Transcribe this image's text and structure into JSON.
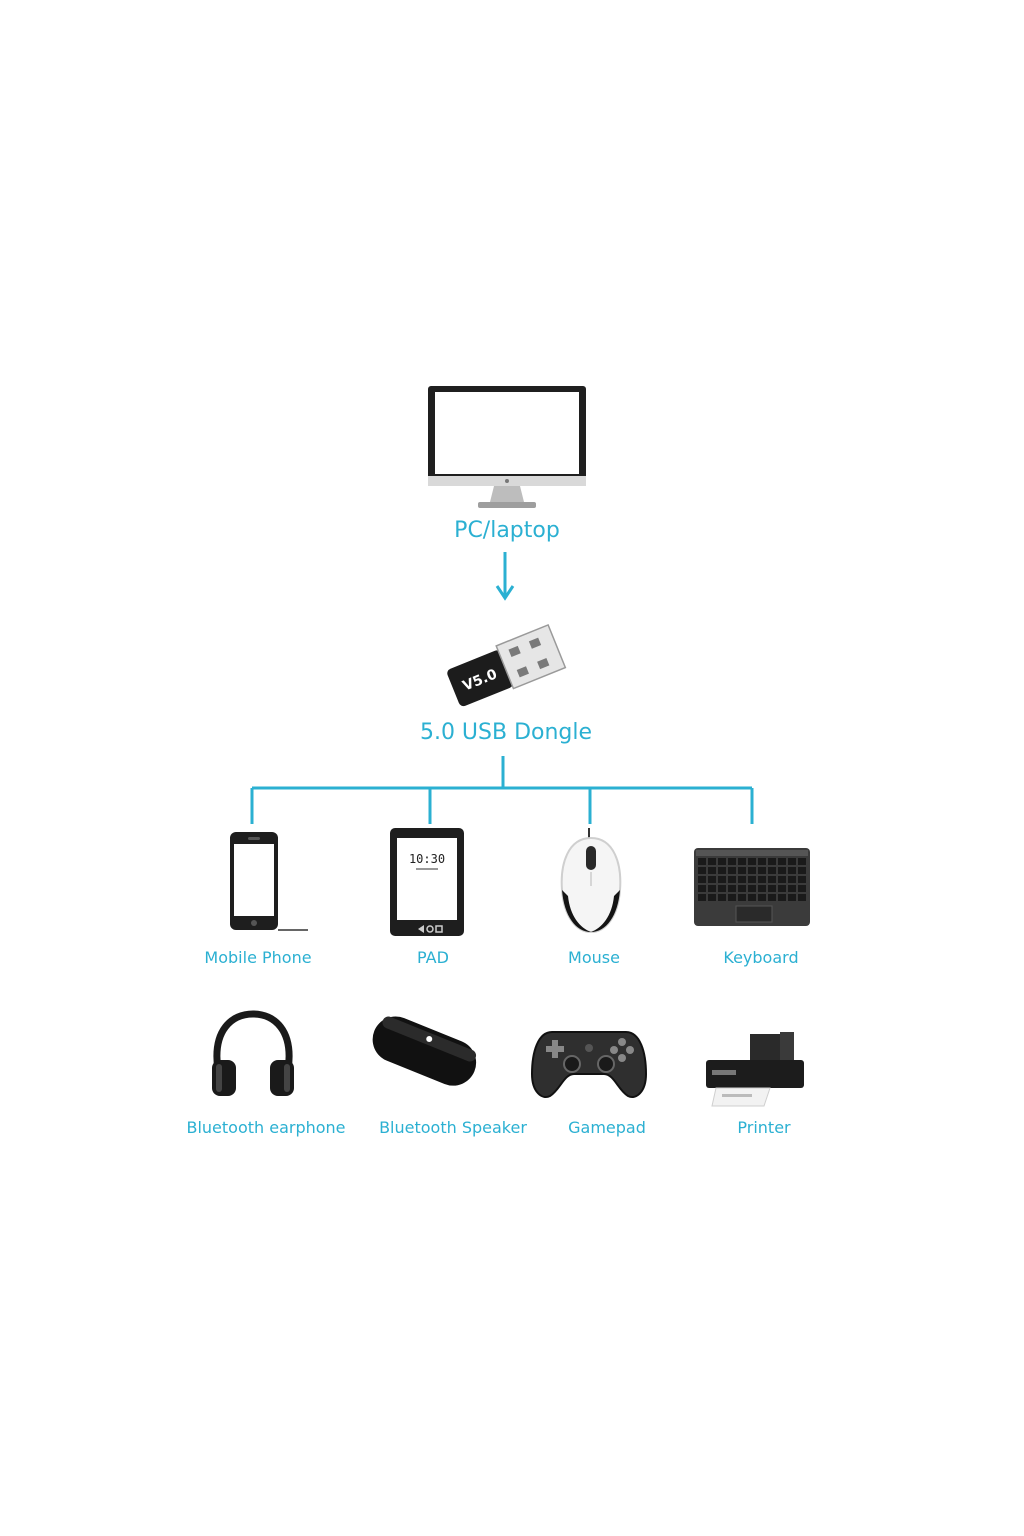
{
  "diagram": {
    "accent_color": "#2bb0d2",
    "host": {
      "label": "PC/laptop",
      "icon": "monitor-icon"
    },
    "dongle": {
      "label": "5.0 USB Dongle",
      "badge": "V5.0",
      "icon": "usb-dongle-icon"
    },
    "devices_row1": [
      {
        "label": "Mobile Phone",
        "icon": "mobile-phone-icon"
      },
      {
        "label": "PAD",
        "icon": "tablet-icon",
        "screen_time": "10:30"
      },
      {
        "label": "Mouse",
        "icon": "mouse-icon"
      },
      {
        "label": "Keyboard",
        "icon": "keyboard-icon"
      }
    ],
    "devices_row2": [
      {
        "label": "Bluetooth earphone",
        "icon": "headphones-icon"
      },
      {
        "label": "Bluetooth Speaker",
        "icon": "speaker-icon"
      },
      {
        "label": "Gamepad",
        "icon": "gamepad-icon"
      },
      {
        "label": "Printer",
        "icon": "printer-icon"
      }
    ]
  }
}
